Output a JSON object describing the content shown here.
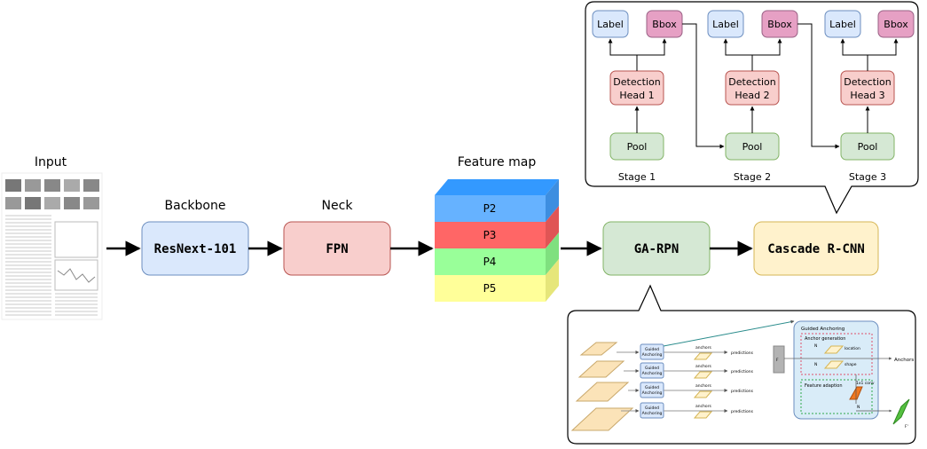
{
  "main": {
    "input_label": "Input",
    "backbone_label": "Backbone",
    "backbone_name": "ResNext-101",
    "neck_label": "Neck",
    "neck_name": "FPN",
    "feature_map_label": "Feature map",
    "levels": [
      "P2",
      "P3",
      "P4",
      "P5"
    ],
    "rpn_name": "GA-RPN",
    "head_name": "Cascade R-CNN"
  },
  "cascade": {
    "label": "Label",
    "bbox": "Bbox",
    "pool": "Pool",
    "detection": "Detection",
    "heads": [
      "Head 1",
      "Head 2",
      "Head 3"
    ],
    "stages": [
      "Stage 1",
      "Stage 2",
      "Stage 3"
    ]
  },
  "ga": {
    "guided": "Guided",
    "anchoring": "Anchoring",
    "anchors": "anchors",
    "predictions": "predictions",
    "guided_anchoring_title": "Guided Anchoring",
    "anchor_generation": "Anchor generation",
    "location": "location",
    "shape": "shape",
    "feature_adaption": "Feature adaption",
    "conv": "1x1 conv",
    "anchors_out": "Anchors",
    "fi": "F",
    "ni": "N",
    "fi_prime": "F'"
  },
  "colors": {
    "blue_fill": "#dae8fc",
    "blue_stroke": "#6c8ebf",
    "red_fill": "#f8cecc",
    "red_stroke": "#b85450",
    "green_fill": "#d5e8d4",
    "green_stroke": "#82b366",
    "yellow_fill": "#fff2cc",
    "yellow_stroke": "#d6b656",
    "pink_fill": "#e6a0c4",
    "pink_stroke": "#996185",
    "p2": "#66b2ff",
    "p3": "#ff6666",
    "p4": "#99ff99",
    "p5": "#ffff99"
  }
}
